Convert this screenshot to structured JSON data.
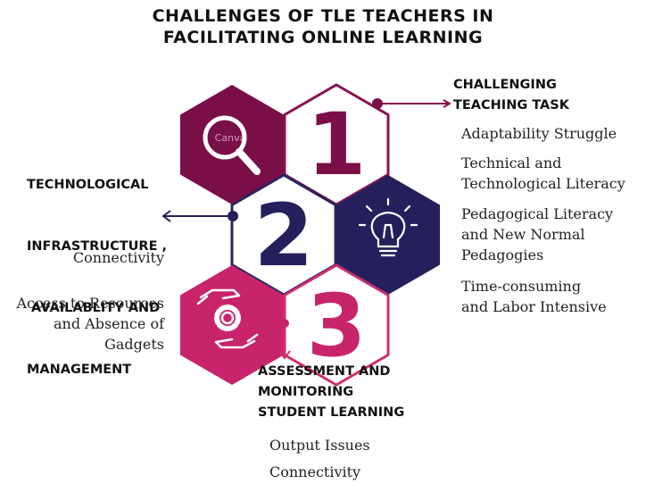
{
  "title": {
    "line1": "CHALLENGES OF TLE TEACHERS IN",
    "line2": "FACILITATING ONLINE LEARNING"
  },
  "colors": {
    "maroon": "#7a0f47",
    "navy": "#25205b",
    "pink": "#c8246b",
    "outline_maroon": "#8a1450",
    "outline_navy": "#2a2462",
    "outline_pink": "#cc2f6e"
  },
  "categories": [
    {
      "number": "1",
      "heading": [
        "CHALLENGING",
        "TEACHING TASK"
      ],
      "items": [
        [
          "Adaptability Struggle"
        ],
        [
          "Technical and",
          "Technological Literacy"
        ],
        [
          "Pedagogical Literacy",
          "and New Normal",
          "Pedagogies"
        ],
        [
          "Time-consuming",
          "and Labor Intensive"
        ]
      ]
    },
    {
      "number": "2",
      "heading": [
        "TECHNOLOGICAL",
        "INFRASTRUCTURE ,",
        " AVAILABLITY AND",
        "MANAGEMENT"
      ],
      "items": [
        [
          "Connectivity"
        ],
        [
          "Access to Resources",
          "and Absence of",
          "Gadgets"
        ]
      ]
    },
    {
      "number": "3",
      "heading": [
        "ASSESSMENT AND",
        "MONITORING",
        "STUDENT LEARNING"
      ],
      "items": [
        [
          "Output Issues"
        ],
        [
          "Connectivity"
        ]
      ]
    }
  ],
  "icons": [
    "search-icon",
    "lightbulb-icon",
    "gear-hands-icon"
  ],
  "watermark": "Canva"
}
